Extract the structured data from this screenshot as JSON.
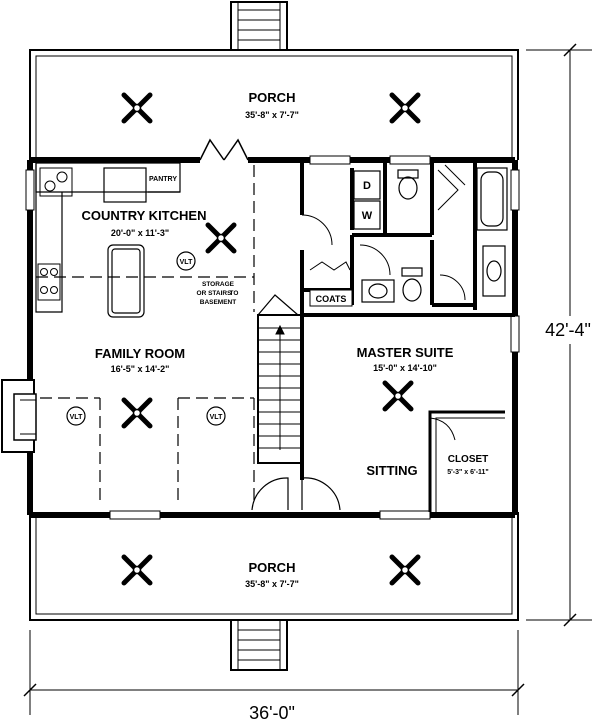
{
  "rooms": {
    "porch_top": {
      "name": "PORCH",
      "size": "35'-8\" x 7'-7\""
    },
    "kitchen": {
      "name": "COUNTRY KITCHEN",
      "size": "20'-0\" x 11'-3\""
    },
    "family": {
      "name": "FAMILY ROOM",
      "size": "16'-5\" x 14'-2\""
    },
    "master": {
      "name": "MASTER SUITE",
      "size": "15'-0\" x 14'-10\""
    },
    "sitting": {
      "name": "SITTING"
    },
    "closet": {
      "name": "CLOSET",
      "size": "5'-3\" x 6'-11\""
    },
    "porch_bottom": {
      "name": "PORCH",
      "size": "35'-8\" x 7'-7\""
    }
  },
  "labels": {
    "pantry": "PANTRY",
    "coats": "COATS",
    "dryer": "D",
    "washer": "W",
    "storage": [
      "STORAGE",
      "OR STAIRS",
      "TO",
      "BASEMENT"
    ],
    "vlt": "VLT"
  },
  "dimensions": {
    "width": "36'-0\"",
    "depth": "42'-4\""
  },
  "icons": [
    "ceiling-fan-icon",
    "vlt-light-icon",
    "stair-arrow-icon",
    "sink-icon",
    "toilet-icon",
    "bathtub-icon",
    "range-icon",
    "fireplace-icon"
  ]
}
